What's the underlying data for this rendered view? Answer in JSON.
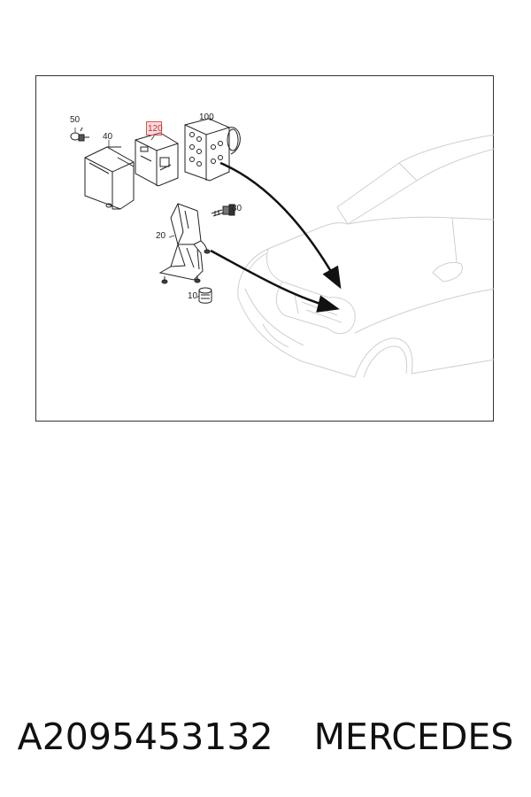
{
  "diagram": {
    "callouts": {
      "c50": "50",
      "c40": "40",
      "c120": "120",
      "c100": "100",
      "c30": "30",
      "c20": "20",
      "c10": "10"
    },
    "highlight_color": "#e05050"
  },
  "caption": {
    "part_number": "A2095453132",
    "brand": "MERCEDES"
  }
}
